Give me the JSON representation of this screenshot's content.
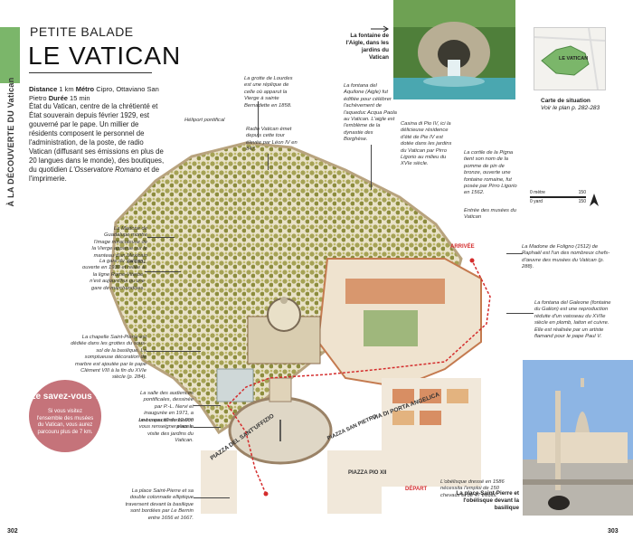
{
  "section": {
    "side_label": "À LA DÉCOUVERTE DU Vatican"
  },
  "header": {
    "kicker": "PETITE BALADE",
    "title": "LE VATICAN"
  },
  "walk_info": {
    "distance_label": "Distance",
    "distance_value": "1 km",
    "metro_label": "Métro",
    "metro_value": "Cipro, Ottaviano San Pietro",
    "duration_label": "Durée",
    "duration_value": "15 min"
  },
  "intro": {
    "text_before": "État du Vatican, centre de la chrétienté et État souverain depuis février 1929, est gouverné par le pape. Un millier de résidents composent le personnel de l'administration, de la poste, de radio Vatican (diffusant ses émissions en plus de 20 langues dans le monde), des boutiques, du quotidien ",
    "newspaper": "L'Osservatore Romano",
    "text_after": " et de l'imprimerie."
  },
  "callouts": {
    "heliport": "Héliport pontifical",
    "grotte_lourdes": "La grotte de Lourdes est une réplique de celle où apparut la Vierge à sainte Bernadette en 1858.",
    "radio_vatican": "Radio Vatican émet depuis cette tour élevée par Léon IV en 847.",
    "fontana_aquilone": "La fontana del Aquilone (Aigle) fut édifiée pour célébrer l'achèvement de l'aqueduc Acqua Paola au Vatican. L'aigle est l'emblème de la dynastie des Borghèse.",
    "casina_pio": "Casina di Pio IV, ici la délicieuse résidence d'été de Pie IV est dotée dans les jardins du Vatican par Pirro Ligorio au milieu du XVIe siècle.",
    "cortile_pigna": "La cortile de la Pigna tient son nom de la pomme de pin de bronze, ouverte une fontaine romaine, fut posée par Pirro Ligorio en 1562.",
    "entree_musees": "Entrée des musées du Vatican",
    "madone_guadalupe": "La Madone de Guadalupe montre l'image miraculeuse de la Vierge apparue sur le manteau d'un Mexicain en 1531.",
    "gare_vatican": "La gare du Vatican, ouverte en 1930 et reliée à la ligne Rome-Viterbe, n'est aujourd'hui qu'une gare de marchandises.",
    "madone_foligno": "La Madone de Foligno (1512) de Raphaël est l'un des nombreux chefs-d'œuvre des musées du Vatican (p. 288).",
    "chapelle_st_pierre": "La chapelle Saint-Pierre est dédiée dans les grottes du sous-sol de la basilique. La somptueuse décoration de marbre est ajoutée par le pape Clément VIII à la fin du XVIe siècle (p. 284).",
    "fontana_galeone": "La fontana del Galeone (fontaine du Galion) est une reproduction réduite d'un vaisseau du XVIIe siècle en plomb, laiton et cuivre. Elle est réalisée par un artiste flamand pour le pape Paul V.",
    "salle_audiences": "La salle des audiences pontificales, dessinée par P.-L. Nervi et inaugurée en 1971, a une capacité de 12 000 places.",
    "bureau_information": "Le bureau d'information vous renseignera sur la visite des jardins du Vatican.",
    "place_st_pierre": "La place Saint-Pierre et sa double colonnade elliptique traversent devant la basilique sont bordées par Le Bernin entre 1656 et 1667.",
    "obelisque": "L'obélisque dressé en 1586 nécessita l'emploi de 150 chevaux et de 47 treuils.",
    "arrivee": "ARRIVÉE",
    "depart": "DÉPART"
  },
  "map_labels": {
    "via_porta": "VIA DI PORTA ANGELICA",
    "piazza_sant_uffizio": "PIAZZA DEL SANT'UFFIZIO",
    "piazza_san_pietro": "PIAZZA SAN PIETRO",
    "piazza_pio": "PIAZZA PIO XII"
  },
  "fountain_caption": "La fontaine de l'Aigle, dans les jardins du Vatican",
  "locator": {
    "label": "LE VATICAN",
    "caption_title": "Carte de situation",
    "caption_text": "Voir le plan p. 282-283"
  },
  "scale": {
    "meters": "0 mètre",
    "m_value": "150",
    "yards": "0 yard",
    "y_value": "150"
  },
  "savez_vous": {
    "title": "Le savez-vous ?",
    "text": "Si vous visitez l'ensemble des musées du Vatican, vous aurez parcouru plus de 7 km."
  },
  "photo_caption": "La place Saint-Pierre et l'obélisque devant la basilique",
  "pages": {
    "left": "302",
    "right": "303"
  },
  "colors": {
    "accent_green": "#7bb66a",
    "badge_pink": "#c5737a",
    "route_red": "#d42c2c"
  }
}
